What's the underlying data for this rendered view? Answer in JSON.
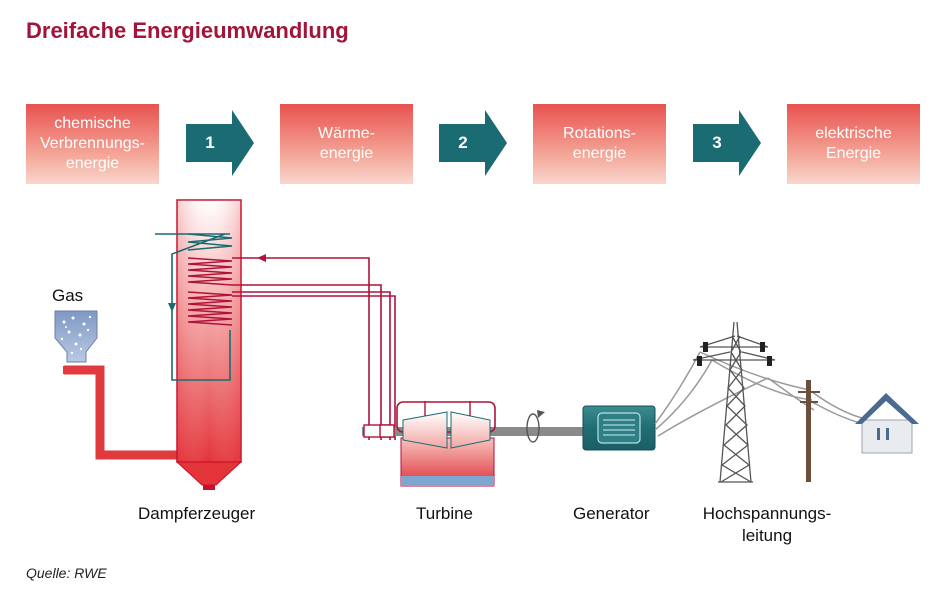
{
  "title": "Dreifache Energieumwandlung",
  "stages": [
    {
      "label": "chemische\nVerbrennungs-\nenergie"
    },
    {
      "label": "Wärme-\nenergie"
    },
    {
      "label": "Rotations-\nenergie"
    },
    {
      "label": "elektrische\nEnergie"
    }
  ],
  "steps": [
    "1",
    "2",
    "3"
  ],
  "components": {
    "gas": "Gas",
    "boiler": "Dampferzeuger",
    "turbine": "Turbine",
    "generator": "Generator",
    "power_line": "Hochspannungs-\nleitung"
  },
  "source": "Quelle: RWE",
  "colors": {
    "title": "#a3143c",
    "stage_red": "#e8524f",
    "arrow_teal": "#1a6b72",
    "pipe_red": "#e03a3c",
    "steam_line": "#b0123a",
    "gray_line": "#8a8a8a"
  }
}
